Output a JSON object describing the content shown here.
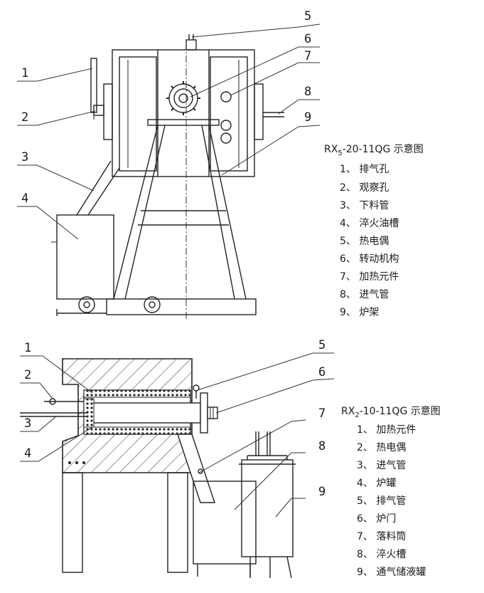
{
  "diagram_top": {
    "title_main": "RX",
    "title_sub": "5",
    "title_rest": "-20-11QG 示意图",
    "callouts": [
      "1",
      "2",
      "3",
      "4",
      "5",
      "6",
      "7",
      "8",
      "9"
    ],
    "legend": [
      "1、 排气孔",
      "2、 观察孔",
      "3、 下料管",
      "4、 淬火油槽",
      "5、 热电偶",
      "6、 转动机构",
      "7、 加热元件",
      "8、 进气管",
      "9、 炉架"
    ]
  },
  "diagram_bottom": {
    "title_main": "RX",
    "title_sub": "2",
    "title_rest": "-10-11QG 示意图",
    "callouts": [
      "1",
      "2",
      "3",
      "4",
      "5",
      "6",
      "7",
      "8",
      "9"
    ],
    "legend": [
      "1、 加热元件",
      "2、 热电偶",
      "3、 进气管",
      "4、 炉罐",
      "5、 排气管",
      "6、 炉门",
      "7、 落料筒",
      "8、 淬火槽",
      "9、 通气储液罐"
    ]
  }
}
